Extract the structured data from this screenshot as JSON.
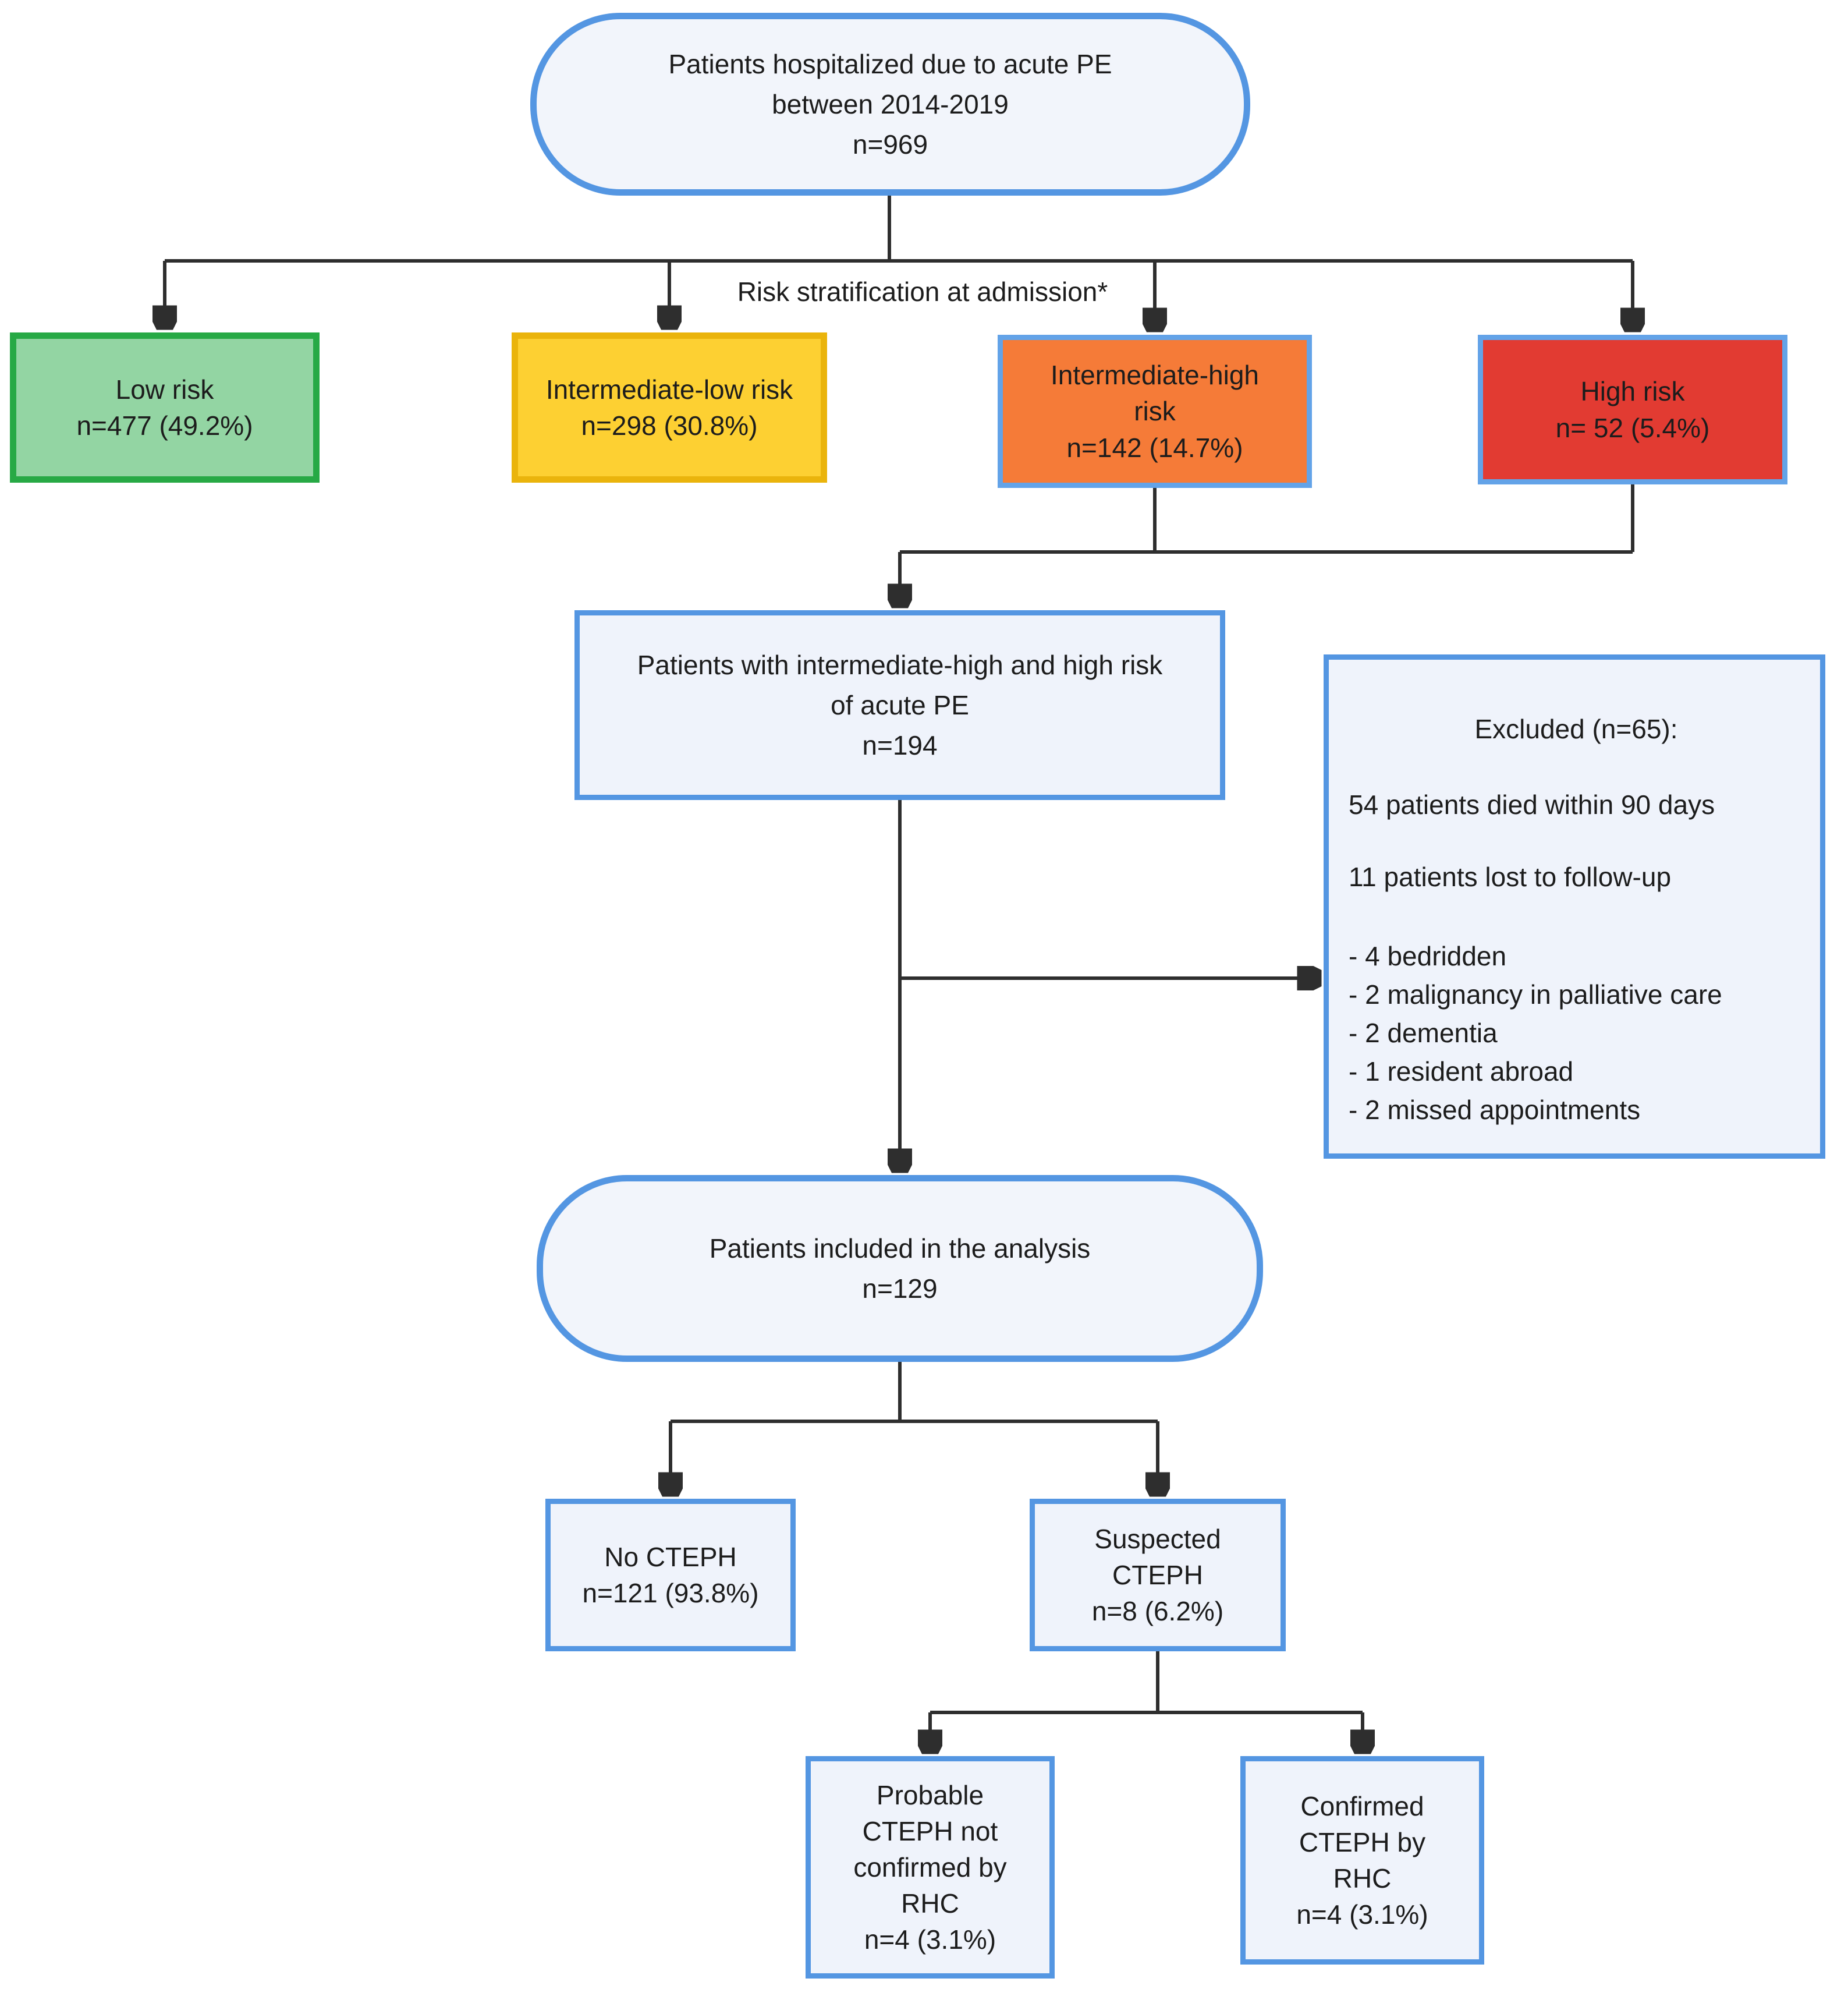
{
  "nodes": {
    "hospitalized": {
      "text": "Patients hospitalized due to acute PE\nbetween 2014-2019\nn=969"
    },
    "risk_label": "Risk stratification at admission*",
    "low_risk": {
      "text": "Low risk\nn=477 (49.2%)"
    },
    "intermediate_low_risk": {
      "text": "Intermediate-low risk\nn=298 (30.8%)"
    },
    "intermediate_high_risk": {
      "text": "Intermediate-high\nrisk\nn=142 (14.7%)"
    },
    "high_risk": {
      "text": "High risk\nn= 52 (5.4%)"
    },
    "intermediate_high_and_high": {
      "text": "Patients with intermediate-high and high risk\nof acute PE\nn=194"
    },
    "included_analysis": {
      "text": "Patients included in the analysis\nn=129"
    },
    "no_cteph": {
      "text": "No CTEPH\nn=121 (93.8%)"
    },
    "suspected_cteph": {
      "text": "Suspected\nCTEPH\nn=8 (6.2%)"
    },
    "probable_cteph": {
      "text": "Probable\nCTEPH not\nconfirmed by\nRHC\nn=4 (3.1%)"
    },
    "confirmed_cteph": {
      "text": "Confirmed\nCTEPH by\nRHC\nn=4 (3.1%)"
    }
  },
  "excluded": {
    "title": "Excluded (n=65):",
    "items": [
      "54 patients died within 90 days",
      "11 patients lost to follow-up",
      "- 4 bedridden",
      "- 2 malignancy in palliative care",
      "- 2 dementia",
      "- 1 resident abroad",
      "- 2 missed appointments"
    ]
  },
  "colors": {
    "node_fill": "#eff3fb",
    "node_border_blue": "#5496e2",
    "low_risk_fill": "#93d5a3",
    "low_risk_border": "#27a945",
    "intermediate_low_fill": "#fdd032",
    "intermediate_low_border": "#eab40c",
    "intermediate_high_fill": "#f57b38",
    "high_risk_fill": "#e23b32",
    "connector": "#2e2e2e",
    "text": "#1c1c1c"
  }
}
